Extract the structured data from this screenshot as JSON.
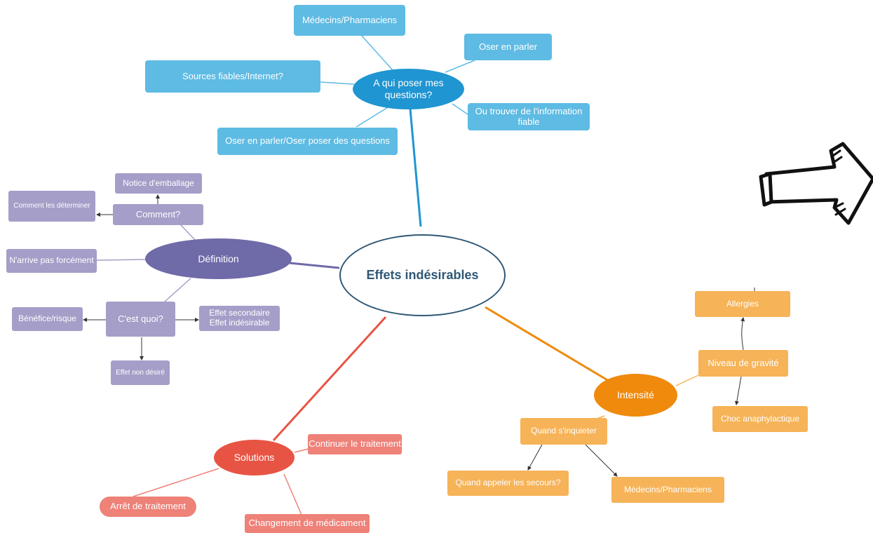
{
  "center": "Effets indésirables",
  "questions": {
    "main": "A qui poser mes\nquestions?",
    "medecins": "Médecins/Pharmaciens",
    "oser": "Oser en parler",
    "sources": "Sources fiables/Internet?",
    "ou_trouver": "Ou trouver de l'information\nfiable",
    "oser_poser": "Oser en parler/Oser poser des questions"
  },
  "definition": {
    "main": "Définition",
    "notice": "Notice d'emballage",
    "comment_determiner": "Comment les déterminer",
    "comment": "Comment?",
    "narrive": "N'arrive pas forcément",
    "cest_quoi": "C'est quoi?",
    "benefice": "Bénéfice/risque",
    "effet_secondaire": "Effet secondaire\nEffet indésirable",
    "effet_non_desire": "Effet non désiré"
  },
  "solutions": {
    "main": "Solutions",
    "continuer": "Continuer le traitement",
    "arret": "Arrêt de traitement",
    "changement": "Changement de médicament"
  },
  "intensite": {
    "main": "Intensité",
    "allergies": "Allergies",
    "niveau": "Niveau de gravité",
    "choc": "Choc anaphylactique",
    "quand_inquieter": "Quand s'inquieter",
    "quand_appeler": "Quand appeler les secours?",
    "medecins": "Médecins/Pharmaciens"
  },
  "colors": {
    "center_border": "#2f5876",
    "blue_main": "#1f95d1",
    "blue_box": "#5ebbe3",
    "purple_main": "#6f6aa8",
    "purple_box": "#a49ec8",
    "red_main": "#e85444",
    "red_box": "#ee8178",
    "orange_main": "#ef8a0c",
    "orange_box": "#f6b358"
  },
  "decoration": {
    "arrow": "right-arrow-sketch-icon"
  }
}
